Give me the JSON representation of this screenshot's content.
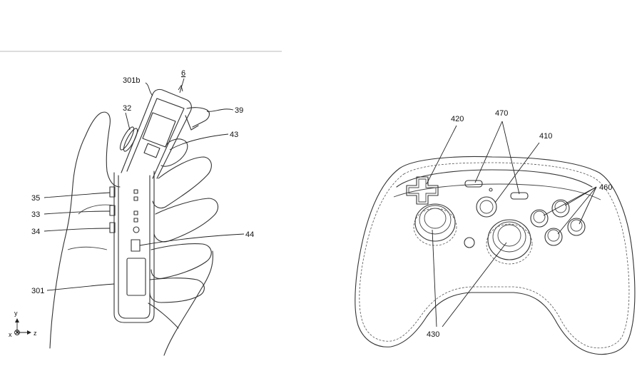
{
  "left_figure": {
    "labels": {
      "l301b": "301b",
      "l6": "6",
      "l32": "32",
      "l39": "39",
      "l43": "43",
      "l35": "35",
      "l33": "33",
      "l34": "34",
      "l44": "44",
      "l301": "301"
    },
    "axes": {
      "y": "y",
      "x": "x",
      "z": "z"
    }
  },
  "right_figure": {
    "labels": {
      "l420": "420",
      "l470": "470",
      "l410": "410",
      "l460": "460",
      "l430": "430"
    }
  }
}
